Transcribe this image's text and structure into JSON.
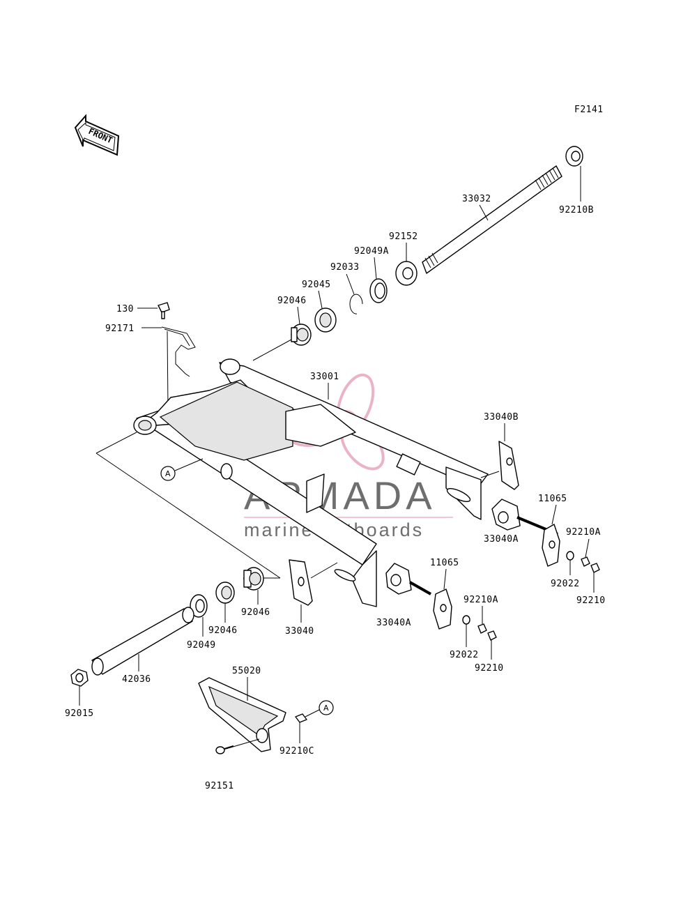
{
  "figure_code": "F2141",
  "front_arrow_label": "FRONT",
  "reference_mark": "A",
  "watermark": {
    "title": "ARMADA",
    "subtitle": "marine outboards",
    "logo_color": "#e8a6be"
  },
  "parts": {
    "p130": "130",
    "p92171": "92171",
    "p92046_top": "92046",
    "p92045": "92045",
    "p92033": "92033",
    "p92049A": "92049A",
    "p92152": "92152",
    "p33032": "33032",
    "p92210B": "92210B",
    "p33001": "33001",
    "p33040B": "33040B",
    "p11065_right": "11065",
    "p92210A_right": "92210A",
    "p33040A_right": "33040A",
    "p92022_right": "92022",
    "p92210_right": "92210",
    "p11065_mid": "11065",
    "p92210A_mid": "92210A",
    "p33040A_mid": "33040A",
    "p92022_mid": "92022",
    "p92210_mid": "92210",
    "p33040": "33040",
    "p92046_mid": "92046",
    "p92046_low": "92046",
    "p92049": "92049",
    "p42036": "42036",
    "p92015": "92015",
    "p55020": "55020",
    "p92210C": "92210C",
    "p92151": "92151"
  }
}
